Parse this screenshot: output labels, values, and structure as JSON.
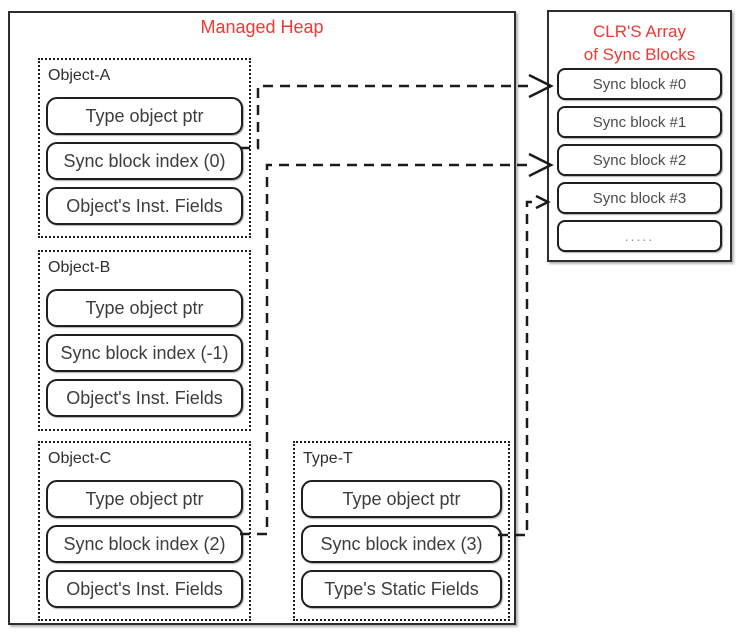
{
  "colors": {
    "accent_red": "#ee3a32",
    "border_dark": "#2e2e2e",
    "text_dark": "#3d3d3d",
    "text_gray": "#949494"
  },
  "heap": {
    "title": "Managed Heap",
    "objects": [
      {
        "label": "Object-A",
        "fields": [
          "Type object ptr",
          "Sync block index (0)",
          "Object's Inst. Fields"
        ]
      },
      {
        "label": "Object-B",
        "fields": [
          "Type object ptr",
          "Sync block index (-1)",
          "Object's Inst. Fields"
        ]
      },
      {
        "label": "Object-C",
        "fields": [
          "Type object ptr",
          "Sync block index (2)",
          "Object's Inst. Fields"
        ]
      },
      {
        "label": "Type-T",
        "fields": [
          "Type object ptr",
          "Sync block index (3)",
          "Type's Static Fields"
        ]
      }
    ]
  },
  "sync_array": {
    "title_line1": "CLR'S Array",
    "title_line2": "of Sync Blocks",
    "blocks": [
      "Sync block #0",
      "Sync block #1",
      "Sync block #2",
      "Sync block #3",
      "....."
    ]
  },
  "connections": [
    {
      "from": "Object-A Sync block index (0)",
      "to": "Sync block #0"
    },
    {
      "from": "Object-C Sync block index (2)",
      "to": "Sync block #2"
    },
    {
      "from": "Type-T Sync block index (3)",
      "to": "Sync block #3"
    }
  ]
}
